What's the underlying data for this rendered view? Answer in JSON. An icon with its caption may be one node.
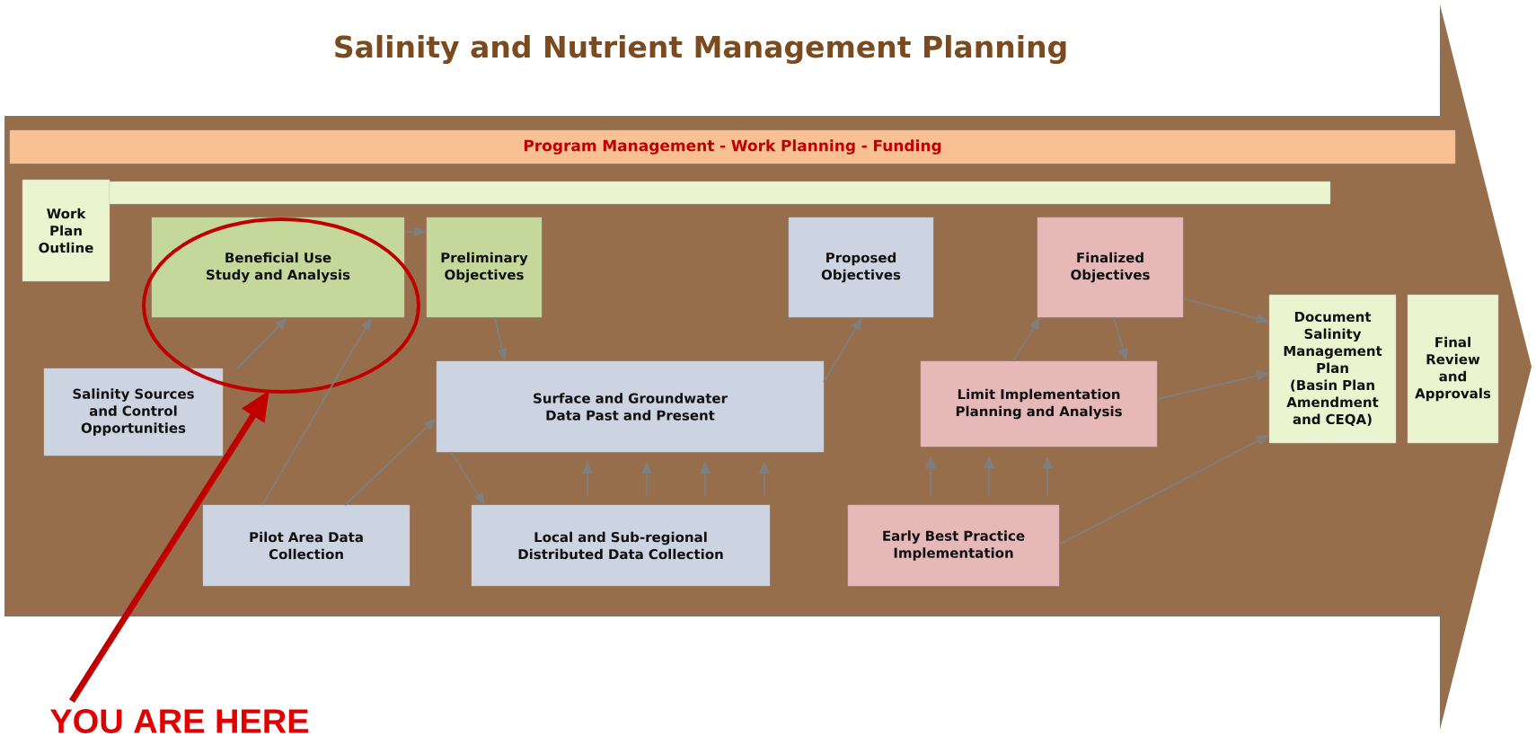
{
  "diagram": {
    "title": "Salinity and Nutrient Management Planning",
    "nodes": [
      {
        "text": [
          "Program Management - Work Planning - Funding"
        ]
      },
      {
        "text": [
          "Work Plan Outline"
        ]
      },
      {
        "text": [],
        "shape": "bar"
      },
      {
        "text": [],
        "shape": "ellipse"
      },
      {
        "text": [
          "Beneficial Use Study and Analysis"
        ],
        "in": 3
      },
      {
        "text": [
          "Preliminary Objectives"
        ]
      },
      {
        "text": [
          "Proposed Objectives"
        ]
      },
      {
        "text": [
          "Finalized Objectives"
        ]
      },
      {
        "text": [
          "Document Salinity Management Plan (Basin Plan Amendment and CEQA)"
        ]
      },
      {
        "text": [
          "Final Review and Approvals"
        ]
      },
      {
        "text": [
          "Salinity Sources and Control Opportunities"
        ]
      },
      {
        "text": [
          "Surface and Groundwater Data Past and Present"
        ]
      },
      {
        "text": [
          "Limit Implementation Planning and Analysis"
        ]
      },
      {
        "text": [
          "Pilot Area Data Collection"
        ]
      },
      {
        "text": [
          "Local and Sub-regional Distributed Data Collection"
        ]
      },
      {
        "text": [
          "Early Best Practice Implementation"
        ]
      },
      {
        "text": [
          "YOU ARE HERE"
        ]
      }
    ],
    "edges": [
      {
        "from": 4,
        "to": 5,
        "arrow": "to"
      },
      {
        "from": 10,
        "to": 4,
        "arrow": "to"
      },
      {
        "from": 13,
        "to": 4,
        "arrow": "to"
      },
      {
        "from": 13,
        "to": 11,
        "arrow": "to"
      },
      {
        "from": 5,
        "to": 11,
        "arrow": "to"
      },
      {
        "from": 11,
        "to": 14,
        "arrow": "to"
      },
      {
        "from": 11,
        "to": 6,
        "arrow": "to"
      },
      {
        "from": 12,
        "to": 7,
        "arrow": "to"
      },
      {
        "from": 7,
        "to": 12,
        "arrow": "to"
      },
      {
        "from": 7,
        "to": 8,
        "arrow": "to"
      },
      {
        "from": 12,
        "to": 8,
        "arrow": "to"
      },
      {
        "from": 15,
        "to": 8,
        "arrow": "to"
      },
      {
        "from": 14,
        "to": 11,
        "arrow": "to"
      },
      {
        "from": 14,
        "to": 11,
        "arrow": "to"
      },
      {
        "from": 14,
        "to": 11,
        "arrow": "to"
      },
      {
        "from": 14,
        "to": 11,
        "arrow": "to"
      },
      {
        "from": 15,
        "to": 12,
        "arrow": "to"
      },
      {
        "from": 15,
        "to": 12,
        "arrow": "to"
      },
      {
        "from": 15,
        "to": 12,
        "arrow": "to"
      },
      {
        "from": 16,
        "to": 3,
        "arrow": "to",
        "style": "thick",
        "color": "#c00000"
      }
    ]
  }
}
